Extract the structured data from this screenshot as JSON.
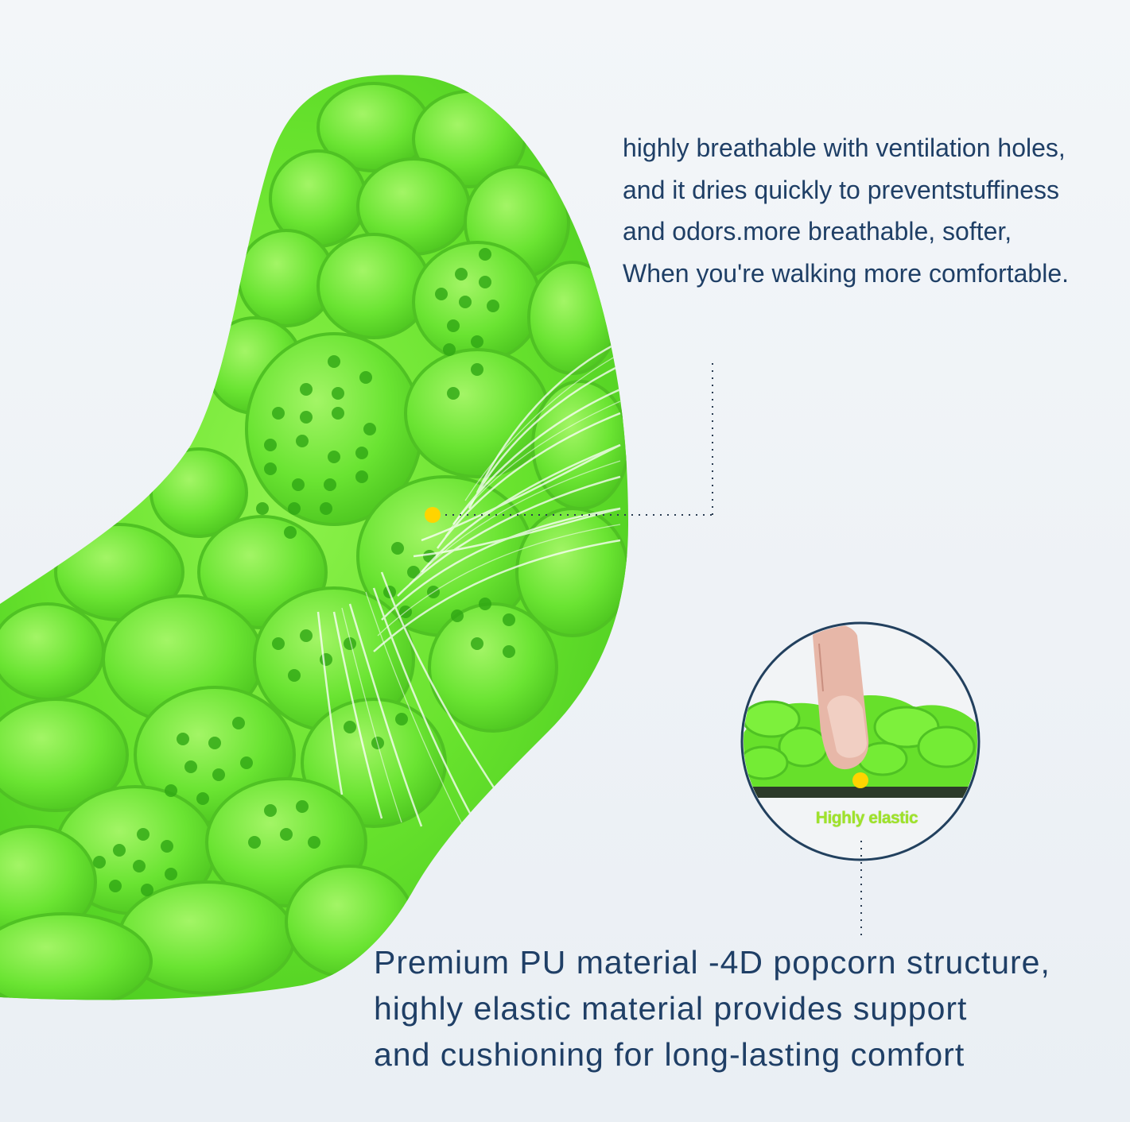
{
  "callouts": {
    "breathable": [
      "highly breathable with ventilation holes,",
      "and it dries quickly to preventstuffiness",
      "and odors.more breathable, softer,",
      "When you're walking more comfortable."
    ],
    "material": [
      "Premium PU material -4D popcorn structure,",
      "highly elastic material provides support",
      "and cushioning for long-lasting comfort"
    ],
    "inset_label": "Highly elastic"
  },
  "colors": {
    "insole_green": "#62e22a",
    "insole_highlight": "#8bf04a",
    "text_navy": "#1f3f66",
    "marker_yellow": "#ffd400",
    "inset_border": "#22405e"
  },
  "icons": {
    "insole": "green-insole-image",
    "inset": "finger-press-inset",
    "marker": "yellow-dot-marker"
  }
}
